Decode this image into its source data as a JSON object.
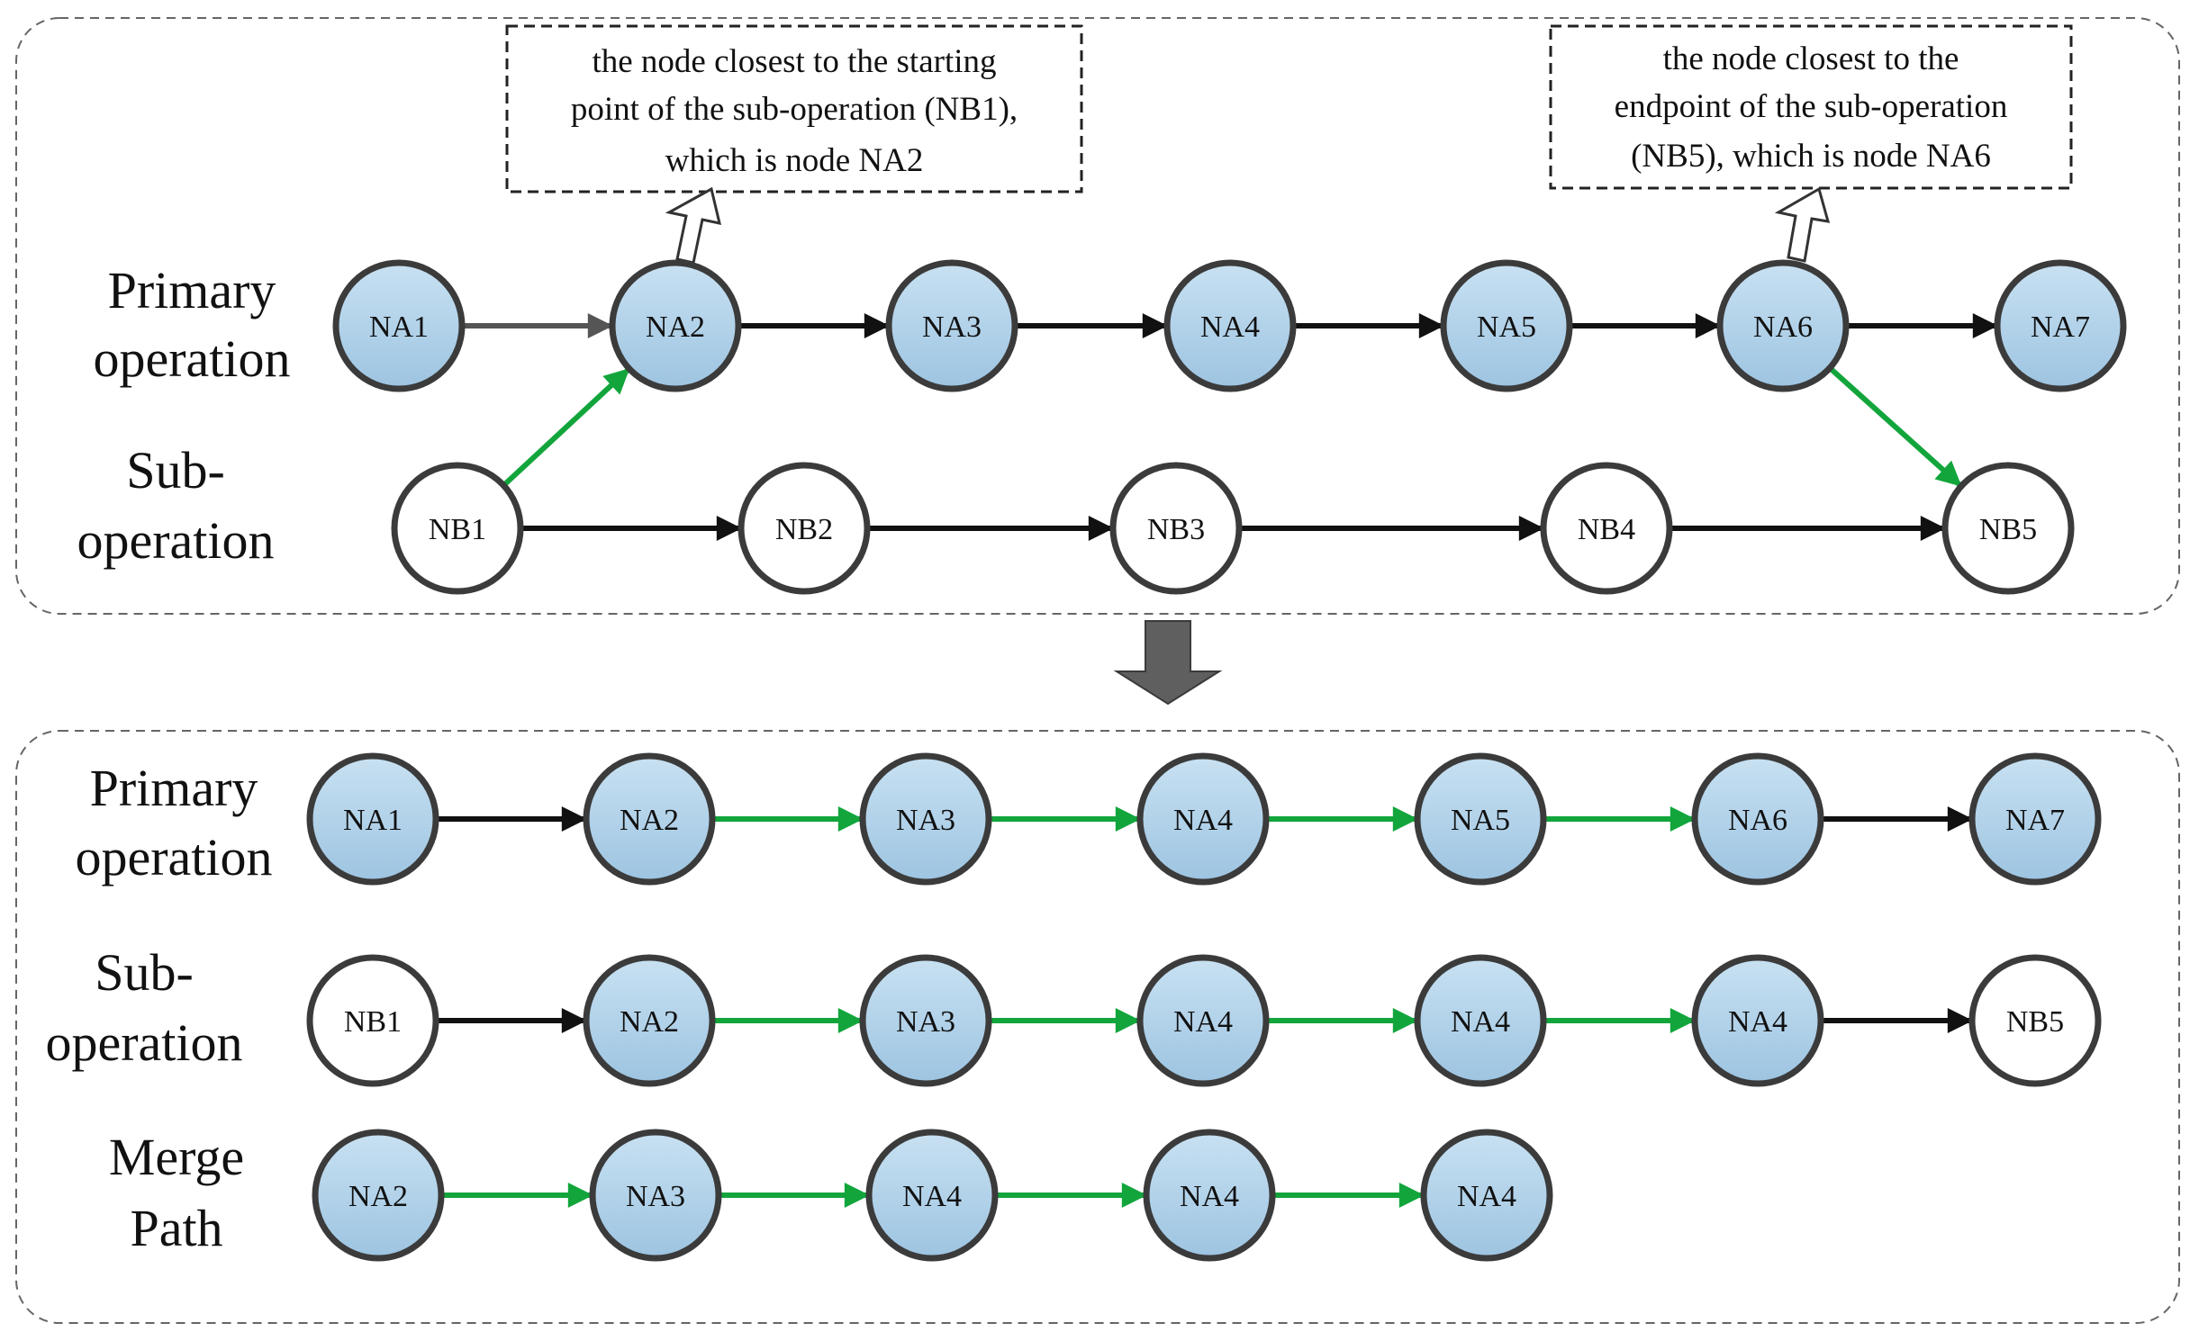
{
  "colors": {
    "node_fill_top": "#c5dff0",
    "node_fill_bottom": "#9fc6e2",
    "node_stroke": "#3b3b3b",
    "edge_black": "#111111",
    "edge_green": "#12a53c",
    "edge_gray": "#555555",
    "panel_dash": "#666666",
    "big_arrow": "#5f5f5f"
  },
  "top_panel": {
    "labels": {
      "primary_line1": "Primary",
      "primary_line2": "operation",
      "sub_line1": "Sub-",
      "sub_line2": "operation"
    },
    "primary_nodes": [
      "NA1",
      "NA2",
      "NA3",
      "NA4",
      "NA5",
      "NA6",
      "NA7"
    ],
    "sub_nodes": [
      "NB1",
      "NB2",
      "NB3",
      "NB4",
      "NB5"
    ],
    "note_left": {
      "line1": "the node closest to the starting",
      "line2": "point of the sub-operation (NB1),",
      "line3": "which is node NA2"
    },
    "note_right": {
      "line1": "the node closest to the",
      "line2": "endpoint of the sub-operation",
      "line3": "(NB5), which is node NA6"
    }
  },
  "bottom_panel": {
    "labels": {
      "primary_line1": "Primary",
      "primary_line2": "operation",
      "sub_line1": "Sub-",
      "sub_line2": "operation",
      "merge_line1": "Merge",
      "merge_line2": "Path"
    },
    "primary_nodes": [
      "NA1",
      "NA2",
      "NA3",
      "NA4",
      "NA5",
      "NA6",
      "NA7"
    ],
    "sub_nodes": [
      "NB1",
      "NA2",
      "NA3",
      "NA4",
      "NA4",
      "NA4",
      "NB5"
    ],
    "merge_nodes": [
      "NA2",
      "NA3",
      "NA4",
      "NA4",
      "NA4"
    ]
  }
}
